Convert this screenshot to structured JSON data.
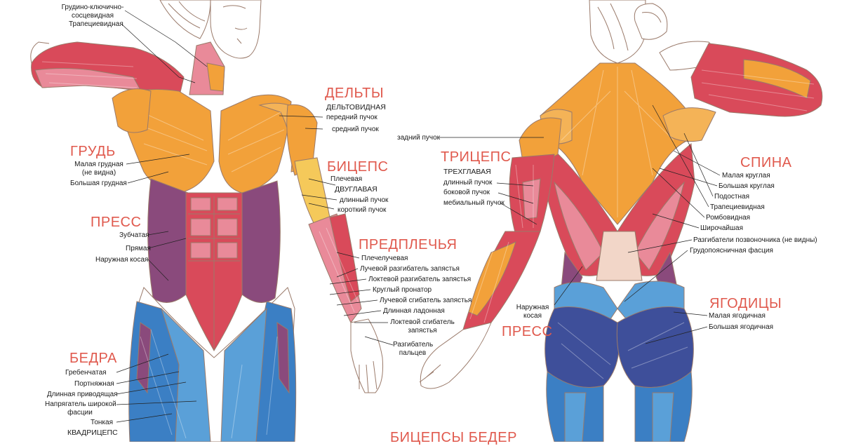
{
  "colors": {
    "heading": "#e05a4e",
    "deltoid": "#f2a13a",
    "muscle_red": "#d94a5a",
    "muscle_pink": "#e98a99",
    "abs_purple": "#8a4a7c",
    "leg_blue": "#3b7fc4",
    "leg_blue_light": "#5aa0d8",
    "glute_navy": "#3e4f9a",
    "skin_line": "#9a7a6a"
  },
  "icons": [
    "front-view-figure-icon",
    "back-view-figure-icon"
  ],
  "front": {
    "neck": {
      "sternocleido": "Грудино-ключично-\nсосцевидная",
      "trapezius": "Трапециевидная"
    },
    "deltoids": {
      "heading": "ДЕЛЬТЫ",
      "name": "ДЕЛЬТОВИДНАЯ",
      "front_bundle": "передний пучок",
      "middle_bundle": "средний пучок"
    },
    "chest": {
      "heading": "ГРУДЬ",
      "minor": "Малая грудная\n(не видна)",
      "major": "Большая грудная"
    },
    "biceps": {
      "heading": "БИЦЕПС",
      "brachialis": "Плечевая",
      "name": "ДВУГЛАВАЯ",
      "long_head": "длинный пучок",
      "short_head": "короткий пучок"
    },
    "abs": {
      "heading": "ПРЕСС",
      "serratus": "Зубчатая",
      "rectus": "Прямая",
      "oblique": "Наружная косая"
    },
    "forearms": {
      "heading": "ПРЕДПЛЕЧЬЯ",
      "brachioradialis": "Плечелучевая",
      "radial_extensor": "Лучевой разгибатель запястья",
      "ulnar_extensor": "Локтевой разгибатель запястья",
      "pronator": "Круглый пронатор",
      "radial_flexor": "Лучевой сгибатель запястья",
      "palmaris": "Длинная ладонная",
      "ulnar_flexor": "Локтевой сгибатель\nзапястья",
      "finger_extensor": "Разгибатель\nпальцев"
    },
    "thighs": {
      "heading": "БЕДРА",
      "pectineus": "Гребенчатая",
      "sartorius": "Портняжная",
      "adductor_longus": "Длинная приводящая",
      "tensor": "Напрягатель широкой\nфасции",
      "gracilis": "Тонкая",
      "quads": "КВАДРИЦЕПС"
    }
  },
  "back": {
    "rear_delt": "задний пучок",
    "triceps": {
      "heading": "ТРИЦЕПС",
      "name": "ТРЕХГЛАВАЯ",
      "long_head": "длинный пучок",
      "lateral_head": "боковой пучок",
      "medial_head": "мебиальный пучок"
    },
    "back_muscles": {
      "heading": "СПИНА",
      "teres_minor": "Малая круглая",
      "teres_major": "Большая круглая",
      "infraspinatus": "Подостная",
      "trapezius": "Трапециевидная",
      "rhomboid": "Ромбовидная",
      "lats": "Широчайшая",
      "erectors": "Разгибатели позвоночника (не видны)",
      "fascia": "Грудопоясничная фасция"
    },
    "abs": {
      "heading": "ПРЕСС",
      "oblique": "Наружная\nкосая"
    },
    "glutes": {
      "heading": "ЯГОДИЦЫ",
      "medius": "Малая ягодичная",
      "maximus": "Большая ягодичная"
    },
    "hamstrings": {
      "heading": "БИЦЕПСЫ БЕДЕР"
    }
  }
}
